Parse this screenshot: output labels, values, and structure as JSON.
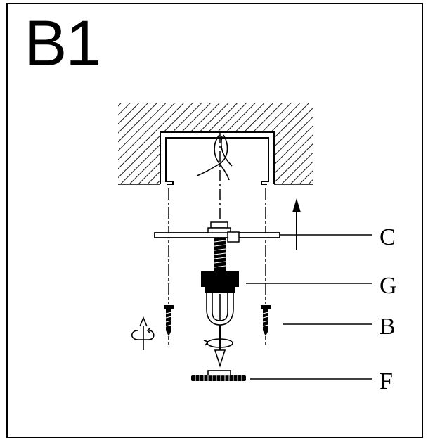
{
  "step": {
    "title": "B1"
  },
  "labels": {
    "c": "C",
    "g": "G",
    "b": "B",
    "f": "F"
  },
  "colors": {
    "ink": "#000000",
    "paper": "#ffffff"
  },
  "icons": {
    "lift": "arrow-up-icon",
    "rotate_screw": "rotate-arrow-icon",
    "rotate_knob": "rotate-arrow-icon"
  }
}
